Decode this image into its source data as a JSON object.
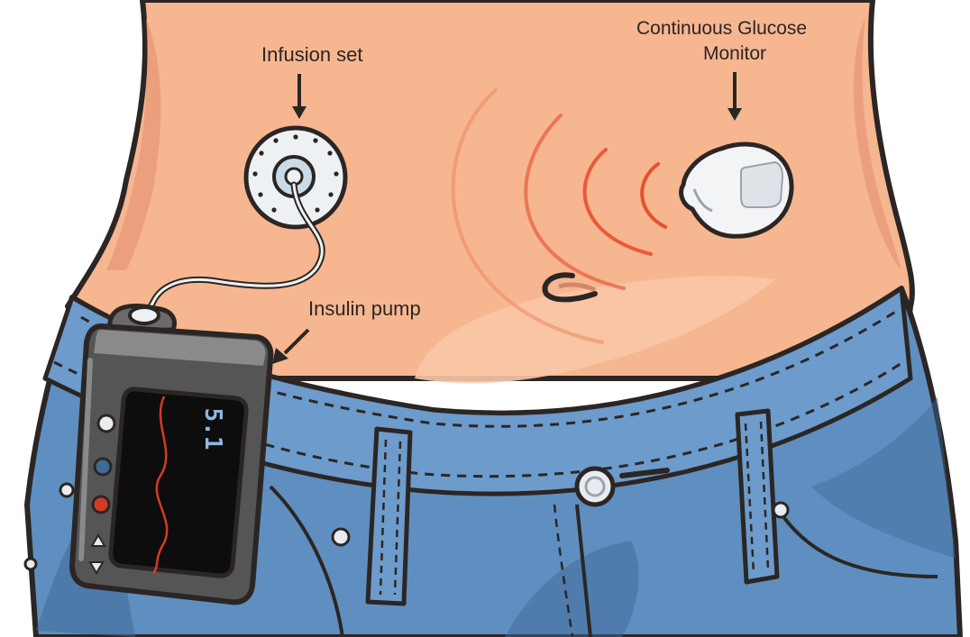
{
  "labels": {
    "infusion_set": "Infusion set",
    "cgm_line1": "Continuous Glucose",
    "cgm_line2": "Monitor",
    "insulin_pump": "Insulin pump"
  },
  "pump_display": {
    "reading": "5.1"
  },
  "colors": {
    "skin": "#f6b690",
    "skin_shadow": "#e89a78",
    "outline": "#2b2624",
    "denim": "#5f8fc0",
    "denim_dark": "#3f6a98",
    "signal": "#e8502e",
    "pump_body": "#555555",
    "trace": "#d63a24"
  }
}
